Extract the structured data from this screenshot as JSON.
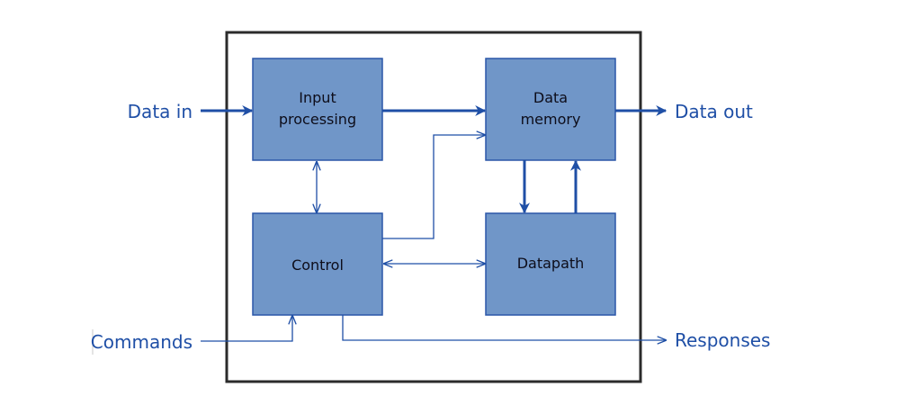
{
  "colors": {
    "block_fill": "#7096c8",
    "block_stroke": "#2a56a8",
    "arrow": "#1f4fa6",
    "frame": "#2b2b2b",
    "block_text": "#0d0d1a",
    "io_text": "#1f4fa6"
  },
  "blocks": {
    "input_processing": {
      "line1": "Input",
      "line2": "processing"
    },
    "data_memory": {
      "line1": "Data",
      "line2": "memory"
    },
    "control": {
      "label": "Control"
    },
    "datapath": {
      "label": "Datapath"
    }
  },
  "io": {
    "data_in": "Data in",
    "data_out": "Data out",
    "commands": "Commands",
    "responses": "Responses"
  }
}
